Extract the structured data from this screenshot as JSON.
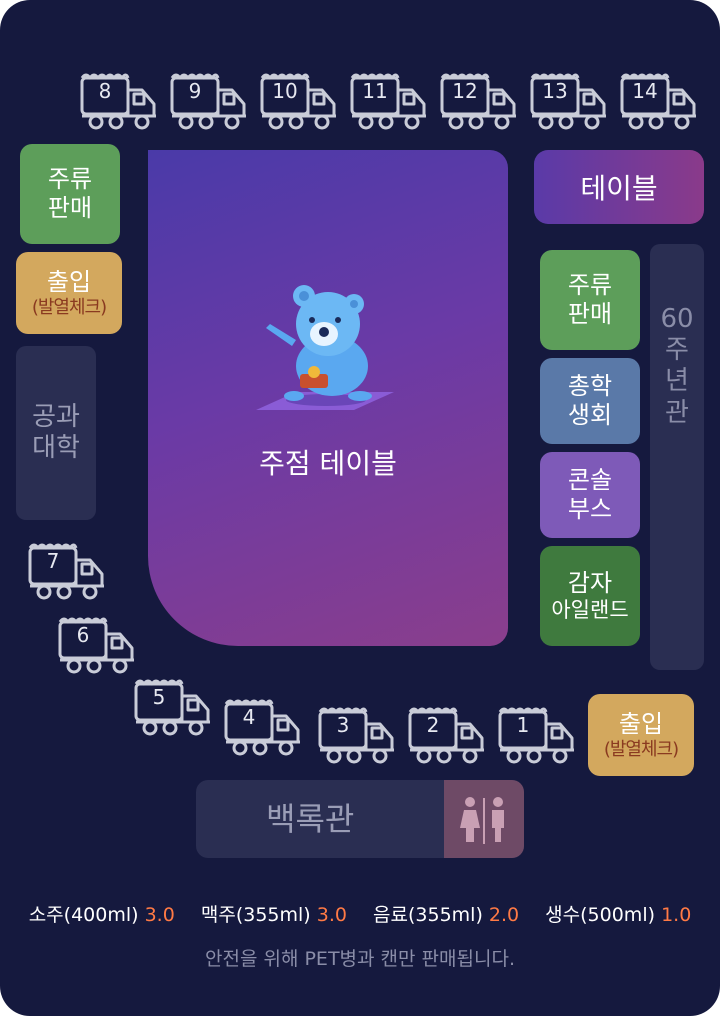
{
  "trucks": [
    {
      "num": "8"
    },
    {
      "num": "9"
    },
    {
      "num": "10"
    },
    {
      "num": "11"
    },
    {
      "num": "12"
    },
    {
      "num": "13"
    },
    {
      "num": "14"
    },
    {
      "num": "7"
    },
    {
      "num": "6"
    },
    {
      "num": "5"
    },
    {
      "num": "4"
    },
    {
      "num": "3"
    },
    {
      "num": "2"
    },
    {
      "num": "1"
    }
  ],
  "left_sales": {
    "line1": "주류",
    "line2": "판매"
  },
  "left_entrance": {
    "line1": "출입",
    "line2": "(발열체크)"
  },
  "engineering": {
    "line1": "공과",
    "line2": "대학"
  },
  "center_table": {
    "label": "주점 테이블"
  },
  "table_label": "테이블",
  "right_sales": {
    "line1": "주류",
    "line2": "판매"
  },
  "student_council": {
    "line1": "총학",
    "line2": "생회"
  },
  "console_booth": {
    "line1": "콘솔",
    "line2": "부스"
  },
  "potato_island": {
    "line1": "감자",
    "line2": "아일랜드"
  },
  "anniversary_hall": {
    "line1": "60",
    "line2": "주",
    "line3": "년",
    "line4": "관"
  },
  "right_entrance": {
    "line1": "출입",
    "line2": "(발열체크)"
  },
  "baekrok_hall": "백록관",
  "restroom_icon": "restroom-icon",
  "legend": [
    {
      "name": "소주(400ml)",
      "price": "3.0"
    },
    {
      "name": "맥주(355ml)",
      "price": "3.0"
    },
    {
      "name": "음료(355ml)",
      "price": "2.0"
    },
    {
      "name": "생수(500ml)",
      "price": "1.0"
    }
  ],
  "note": "안전을 위해 PET병과 캔만 판매됩니다.",
  "colors": {
    "background": "#15193e",
    "green": "#5d9e5a",
    "yellow": "#d3a85e",
    "price": "#ff7a45",
    "purple": "#6a3aa6"
  }
}
